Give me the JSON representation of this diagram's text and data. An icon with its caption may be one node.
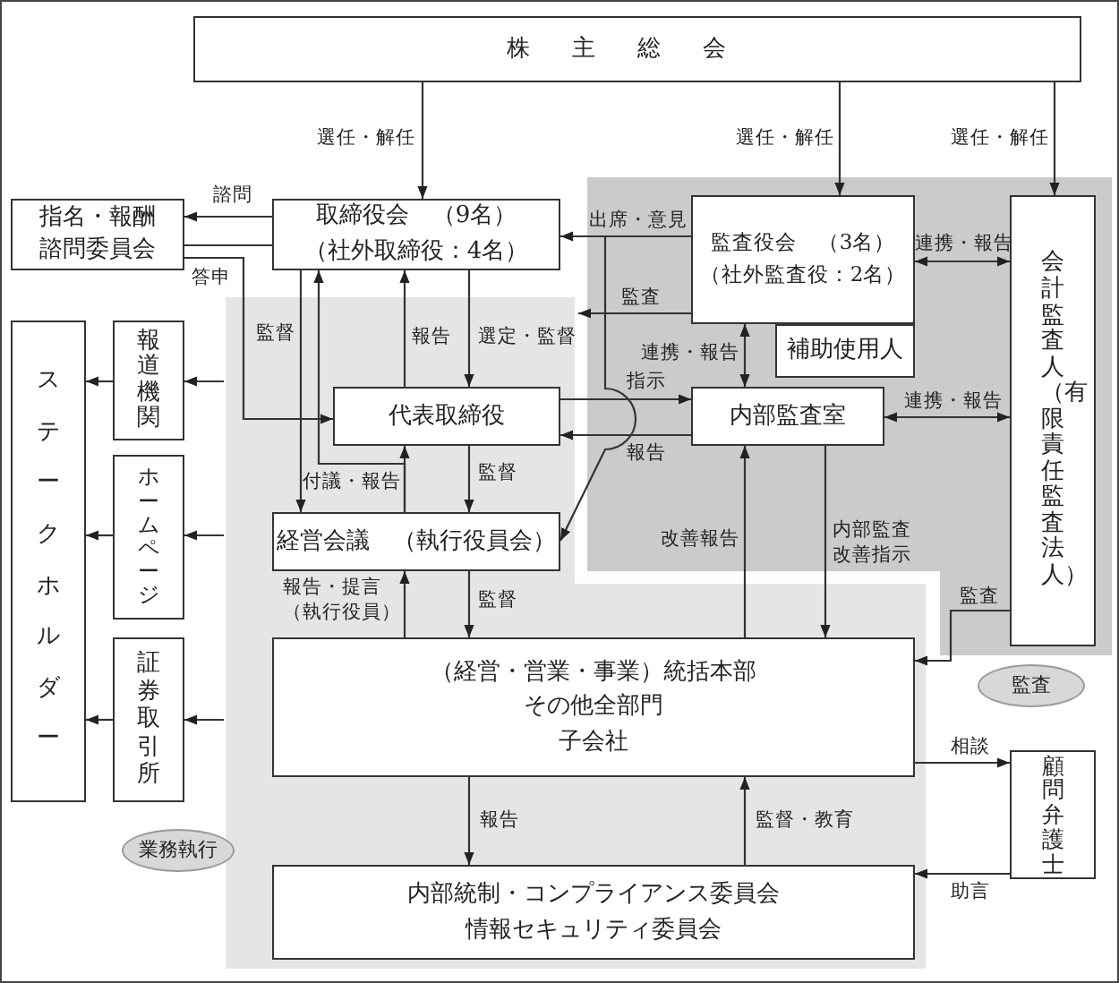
{
  "diagram": {
    "nodes": [
      {
        "text": [
          "株主総会"
        ]
      },
      {
        "text": [
          "指名・報酬諮問委員会"
        ]
      },
      {
        "text": [
          "取締役会　（9名）",
          "（社外取締役：4名）"
        ]
      },
      {
        "text": [
          "監査役会　（3名）",
          "（社外監査役：2名）"
        ]
      },
      {
        "text": [
          "補助使用人"
        ]
      },
      {
        "text": [
          "会計監査人（有限責任監査法人）"
        ]
      },
      {
        "text": [
          "ステークホルダー"
        ]
      },
      {
        "text": [
          "報道機関"
        ]
      },
      {
        "text": [
          "ホームページ"
        ]
      },
      {
        "text": [
          "証券取引所"
        ]
      },
      {
        "text": [
          "代表取締役"
        ]
      },
      {
        "text": [
          "内部監査室"
        ]
      },
      {
        "text": [
          "経営会議　（執行役員会）"
        ]
      },
      {
        "text": [
          "（経営・営業・事業）統括本部",
          "その他全部門",
          "子会社"
        ]
      },
      {
        "text": [
          "内部統制・コンプライアンス委員会",
          "情報セキュリティ委員会"
        ]
      },
      {
        "text": [
          "顧問弁護士"
        ]
      },
      {
        "text": [
          "業務執行"
        ]
      },
      {
        "text": [
          "監査"
        ]
      }
    ],
    "edges": [
      {
        "from": 0,
        "to": 2,
        "arrow": "to",
        "label": "選任・解任"
      },
      {
        "from": 0,
        "to": 3,
        "arrow": "to",
        "label": "選任・解任"
      },
      {
        "from": 0,
        "to": 5,
        "arrow": "to",
        "label": "選任・解任"
      },
      {
        "from": 2,
        "to": 1,
        "arrow": "to",
        "label": "諮問"
      },
      {
        "from": 1,
        "to": 2,
        "arrow": "to",
        "label": "答申"
      },
      {
        "from": 1,
        "to": 10,
        "arrow": "to"
      },
      {
        "from": 3,
        "to": 2,
        "arrow": "to",
        "label": "出席・意見"
      },
      {
        "from": 3,
        "to": 12,
        "arrow": "to"
      },
      {
        "from": 3,
        "to": null,
        "arrow": "to",
        "label": "監査"
      },
      {
        "from": 3,
        "to": 11,
        "arrow": "both",
        "label": "連携・報告"
      },
      {
        "from": 3,
        "to": 5,
        "arrow": "both",
        "label": "連携・報告"
      },
      {
        "from": 11,
        "to": 5,
        "arrow": "both",
        "label": "連携・報告"
      },
      {
        "from": 10,
        "to": 11,
        "arrow": "to",
        "label": "指示"
      },
      {
        "from": 11,
        "to": 10,
        "arrow": "to",
        "label": "報告"
      },
      {
        "from": 2,
        "to": 10,
        "arrow": "to",
        "label": "選定・監督"
      },
      {
        "from": 10,
        "to": 2,
        "arrow": "to",
        "label": "報告"
      },
      {
        "from": 2,
        "to": 12,
        "arrow": "to",
        "label": "監督"
      },
      {
        "from": 12,
        "to": 10,
        "arrow": "to",
        "label": "付議・報告"
      },
      {
        "from": 12,
        "to": 2,
        "arrow": "to"
      },
      {
        "from": 10,
        "to": 12,
        "arrow": "to",
        "label": "監督"
      },
      {
        "from": 12,
        "to": 13,
        "arrow": "to",
        "label": "監督"
      },
      {
        "from": 13,
        "to": 12,
        "arrow": "to",
        "label": "報告・提言（執行役員）"
      },
      {
        "from": 11,
        "to": 13,
        "arrow": "to",
        "label": "内部監査改善指示"
      },
      {
        "from": 13,
        "to": 11,
        "arrow": "to",
        "label": "改善報告"
      },
      {
        "from": 13,
        "to": 14,
        "arrow": "to",
        "label": "報告"
      },
      {
        "from": 14,
        "to": 13,
        "arrow": "to",
        "label": "監督・教育"
      },
      {
        "from": 13,
        "to": 15,
        "arrow": "to",
        "label": "相談"
      },
      {
        "from": 15,
        "to": 14,
        "arrow": "to",
        "label": "助言"
      },
      {
        "from": 5,
        "to": 13,
        "arrow": "to",
        "label": "監査"
      },
      {
        "from": null,
        "to": 7,
        "arrow": "to"
      },
      {
        "from": null,
        "to": 8,
        "arrow": "to"
      },
      {
        "from": null,
        "to": 9,
        "arrow": "to"
      },
      {
        "from": 7,
        "to": 6,
        "arrow": "to"
      },
      {
        "from": 8,
        "to": 6,
        "arrow": "to"
      },
      {
        "from": 9,
        "to": 6,
        "arrow": "to"
      }
    ]
  }
}
